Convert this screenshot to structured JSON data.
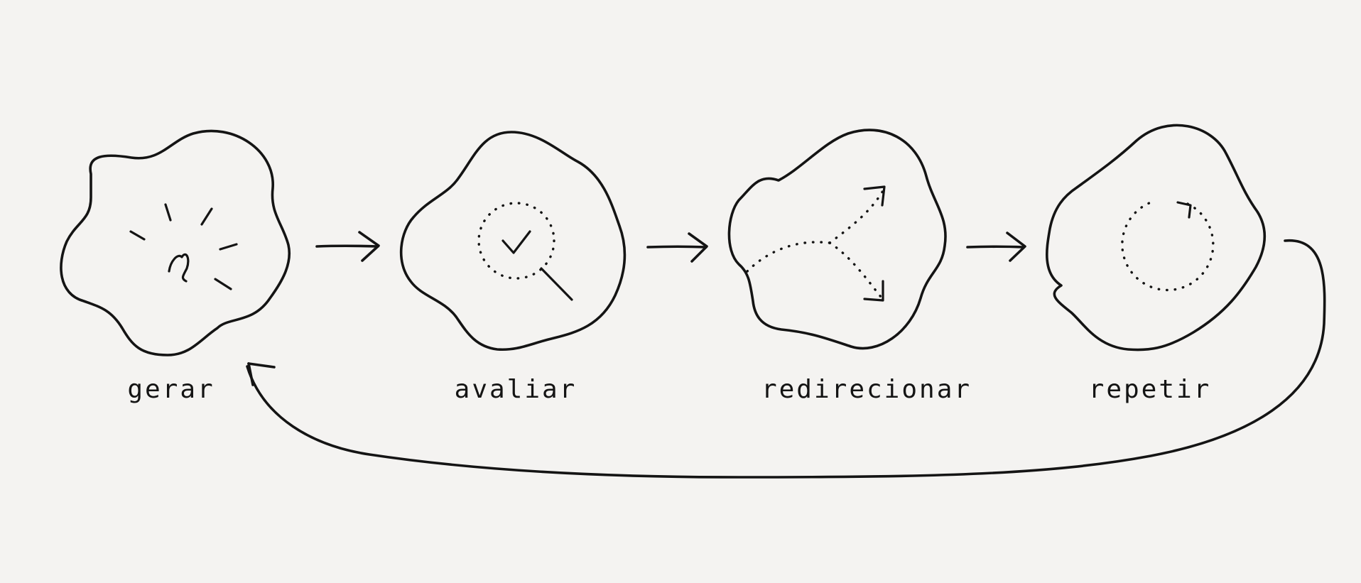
{
  "steps": [
    {
      "id": "gerar",
      "label": "gerar",
      "icon": "sparkle-idea-icon"
    },
    {
      "id": "avaliar",
      "label": "avaliar",
      "icon": "magnifier-check-icon"
    },
    {
      "id": "redirecionar",
      "label": "redirecionar",
      "icon": "branching-arrows-icon"
    },
    {
      "id": "repetir",
      "label": "repetir",
      "icon": "cycle-arrow-icon"
    }
  ],
  "colors": {
    "background": "#f4f3f1",
    "ink": "#141414"
  }
}
